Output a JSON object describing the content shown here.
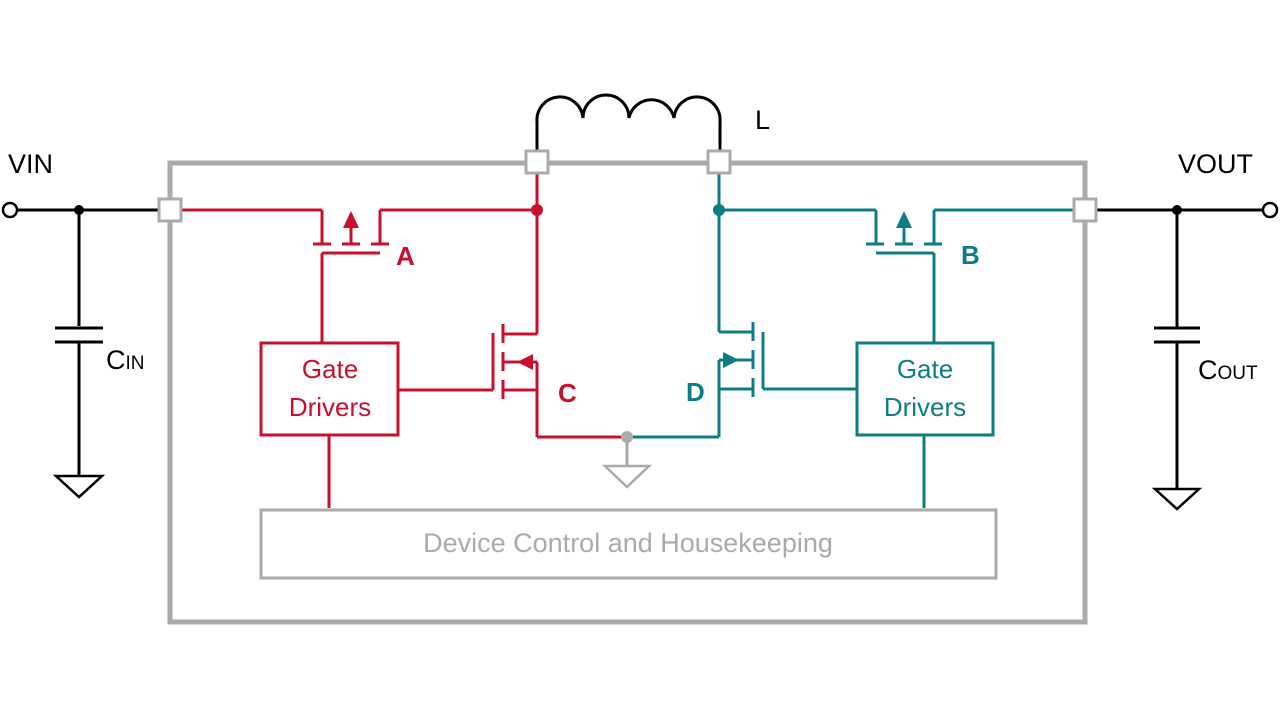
{
  "title": "Buck-Boost Converter Block Diagram",
  "colors": {
    "red": "#c8102e",
    "teal": "#0e7c86",
    "gray": "#aaaaaa",
    "black": "#000000"
  },
  "labels": {
    "vin": "VIN",
    "vout": "VOUT",
    "inductor": "L",
    "cin_main": "C",
    "cin_sub": "IN",
    "cout_main": "C",
    "cout_sub": "OUT",
    "switch_a": "A",
    "switch_b": "B",
    "switch_c": "C",
    "switch_d": "D",
    "gate_drivers_left_line1": "Gate",
    "gate_drivers_left_line2": "Drivers",
    "gate_drivers_right_line1": "Gate",
    "gate_drivers_right_line2": "Drivers",
    "control_block": "Device Control and Housekeeping"
  }
}
